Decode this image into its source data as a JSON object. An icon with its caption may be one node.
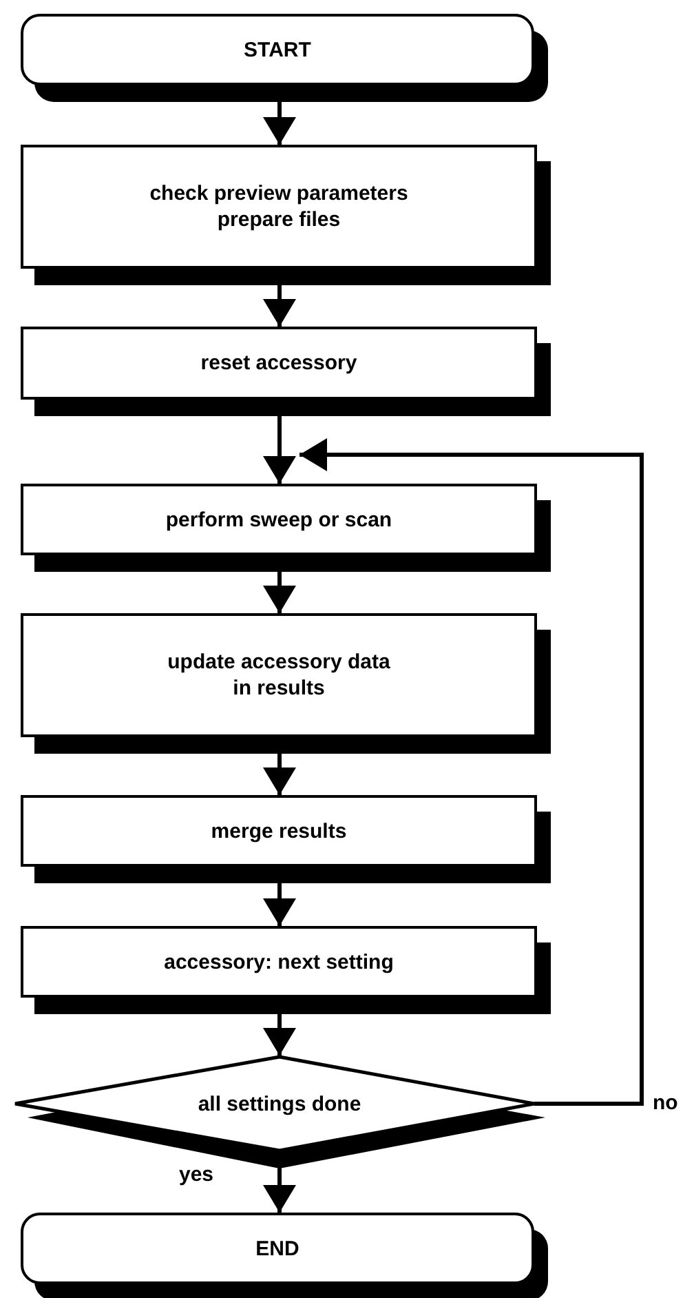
{
  "diagram": {
    "nodes": [
      {
        "text": [
          "START"
        ]
      },
      {
        "text": [
          "check preview parameters prepare files"
        ]
      },
      {
        "text": [
          "reset accessory"
        ]
      },
      {
        "text": [
          "perform sweep or scan"
        ]
      },
      {
        "text": [
          "update accessory data in results"
        ]
      },
      {
        "text": [
          "merge results"
        ]
      },
      {
        "text": [
          "accessory: next setting"
        ]
      },
      {
        "text": [
          "all settings done"
        ]
      },
      {
        "text": [
          "END"
        ]
      }
    ],
    "edges": [
      {
        "from": 0,
        "to": 1,
        "arrow": "to"
      },
      {
        "from": 1,
        "to": 2,
        "arrow": "to"
      },
      {
        "from": 2,
        "to": 3,
        "arrow": "to"
      },
      {
        "from": 3,
        "to": 4,
        "arrow": "to"
      },
      {
        "from": 4,
        "to": 5,
        "arrow": "to"
      },
      {
        "from": 5,
        "to": 6,
        "arrow": "to"
      },
      {
        "from": 6,
        "to": 7,
        "arrow": "to"
      },
      {
        "from": 7,
        "to": 8,
        "label": "yes",
        "arrow": "to"
      },
      {
        "from": 7,
        "to": 3,
        "label": "no",
        "arrow": "to"
      }
    ]
  }
}
